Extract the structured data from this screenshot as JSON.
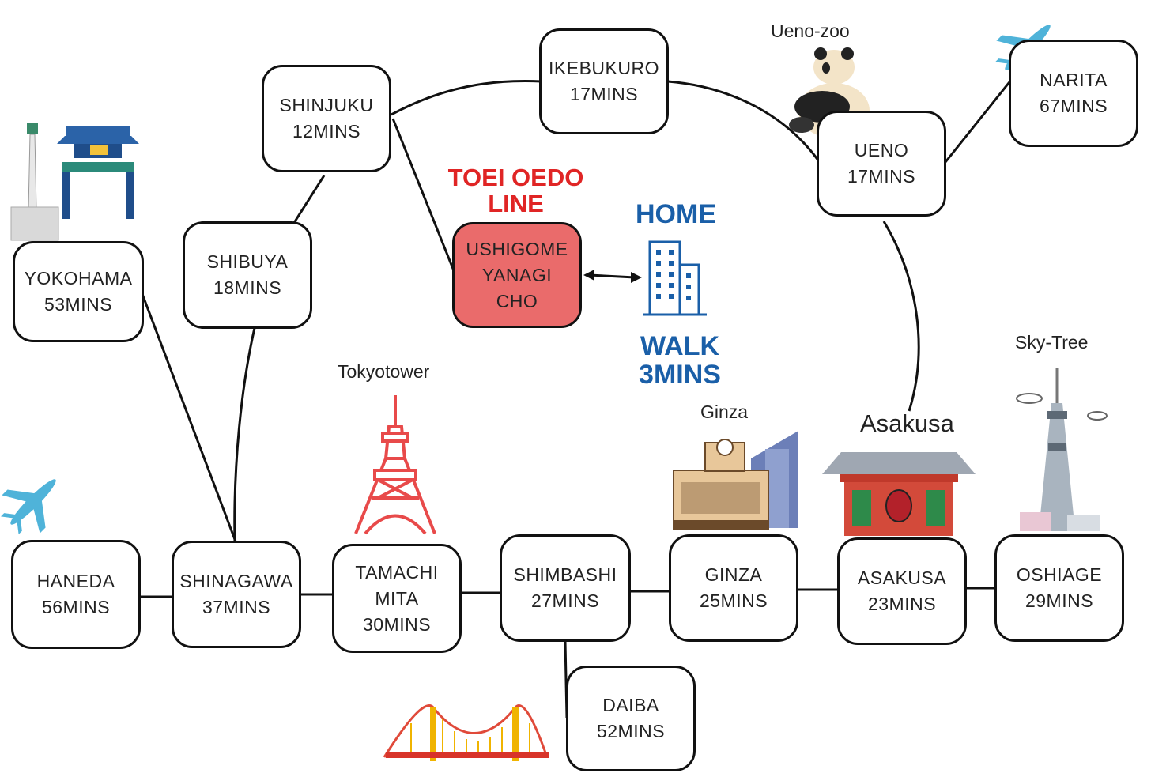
{
  "line_title": "TOEI OEDO LINE",
  "home": {
    "title": "HOME",
    "walk_line1": "WALK",
    "walk_line2": "3MINS"
  },
  "home_station": {
    "line1": "USHIGOME",
    "line2": "YANAGI",
    "line3": "CHO"
  },
  "stations": [
    {
      "id": "shinjuku",
      "name": "SHINJUKU",
      "time": "12MINS"
    },
    {
      "id": "ikebukuro",
      "name": "IKEBUKURO",
      "time": "17MINS"
    },
    {
      "id": "ueno",
      "name": "UENO",
      "time": "17MINS"
    },
    {
      "id": "narita",
      "name": "NARITA",
      "time": "67MINS"
    },
    {
      "id": "shibuya",
      "name": "SHIBUYA",
      "time": "18MINS"
    },
    {
      "id": "yokohama",
      "name": "YOKOHAMA",
      "time": "53MINS"
    },
    {
      "id": "haneda",
      "name": "HANEDA",
      "time": "56MINS"
    },
    {
      "id": "shinagawa",
      "name": "SHINAGAWA",
      "time": "37MINS"
    },
    {
      "id": "tamachi",
      "name": "TAMACHI",
      "name2": "MITA",
      "time": "30MINS"
    },
    {
      "id": "shimbashi",
      "name": "SHIMBASHI",
      "time": "27MINS"
    },
    {
      "id": "ginza",
      "name": "GINZA",
      "time": "25MINS"
    },
    {
      "id": "asakusa",
      "name": "ASAKUSA",
      "time": "23MINS"
    },
    {
      "id": "oshiage",
      "name": "OSHIAGE",
      "time": "29MINS"
    },
    {
      "id": "daiba",
      "name": "DAIBA",
      "time": "52MINS"
    }
  ],
  "landmarks": {
    "ueno_zoo": "Ueno-zoo",
    "tokyo_tower": "Tokyotower",
    "ginza": "Ginza",
    "asakusa": "Asakusa",
    "sky_tree": "Sky-Tree"
  },
  "colors": {
    "line_title": "#e02525",
    "home_blue": "#1a5fa8",
    "home_station_fill": "#ea6b6b",
    "station_border": "#111111"
  }
}
